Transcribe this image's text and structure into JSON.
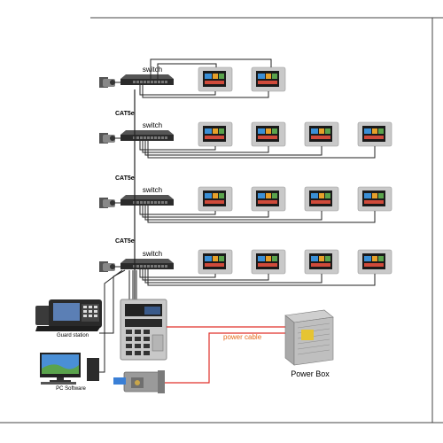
{
  "labels": {
    "switch": "switch",
    "cat5e": "CAT5e",
    "power_cable": "power cable",
    "power_box": "Power Box",
    "guard_station": "Guard station",
    "pc_software": "PC Software"
  },
  "colors": {
    "wire": "#222222",
    "power_wire": "#e0302a",
    "cat5e_text": "#e46a1c",
    "power_cable_text": "#e46a1c",
    "switch_body": "#2b2b2b",
    "monitor_frame": "#c9c9c9",
    "monitor_screen": "#1a1a1a"
  },
  "rows": [
    {
      "monitors": 2,
      "has_cat5e_above": false
    },
    {
      "monitors": 4,
      "has_cat5e_above": true
    },
    {
      "monitors": 4,
      "has_cat5e_above": true
    },
    {
      "monitors": 4,
      "has_cat5e_above": true
    }
  ]
}
